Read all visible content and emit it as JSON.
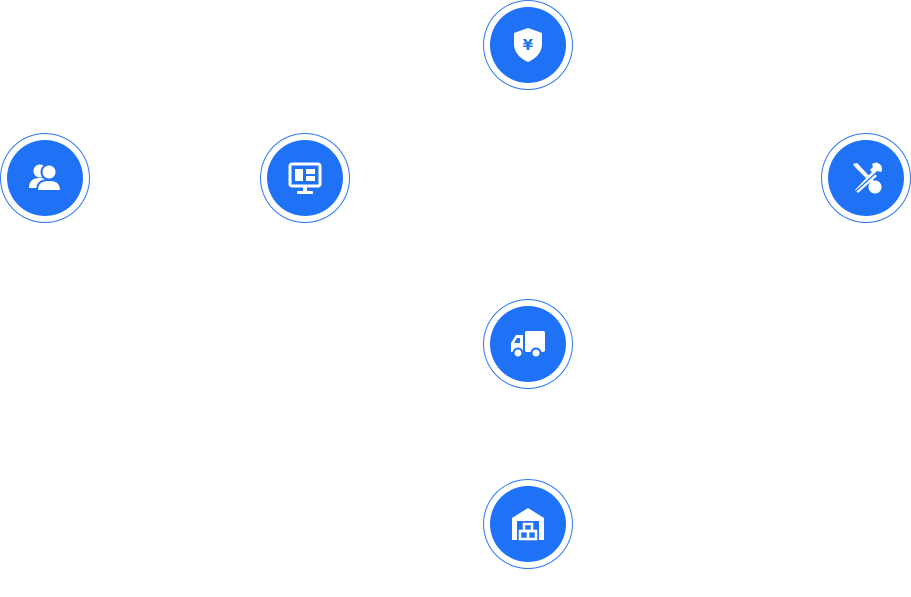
{
  "icons": [
    {
      "id": "node-customer",
      "icon": "users-icon"
    },
    {
      "id": "node-monitor",
      "icon": "monitor-dashboard-icon"
    },
    {
      "id": "node-finance",
      "icon": "shield-yen-icon"
    },
    {
      "id": "node-tools",
      "icon": "tools-icon"
    },
    {
      "id": "node-logistics",
      "icon": "truck-icon"
    },
    {
      "id": "node-warehouse",
      "icon": "warehouse-icon"
    }
  ],
  "finance_symbol": "¥",
  "colors": {
    "ring": "#2f78f5",
    "fill": "#1f72f6",
    "glyph": "#ffffff"
  }
}
